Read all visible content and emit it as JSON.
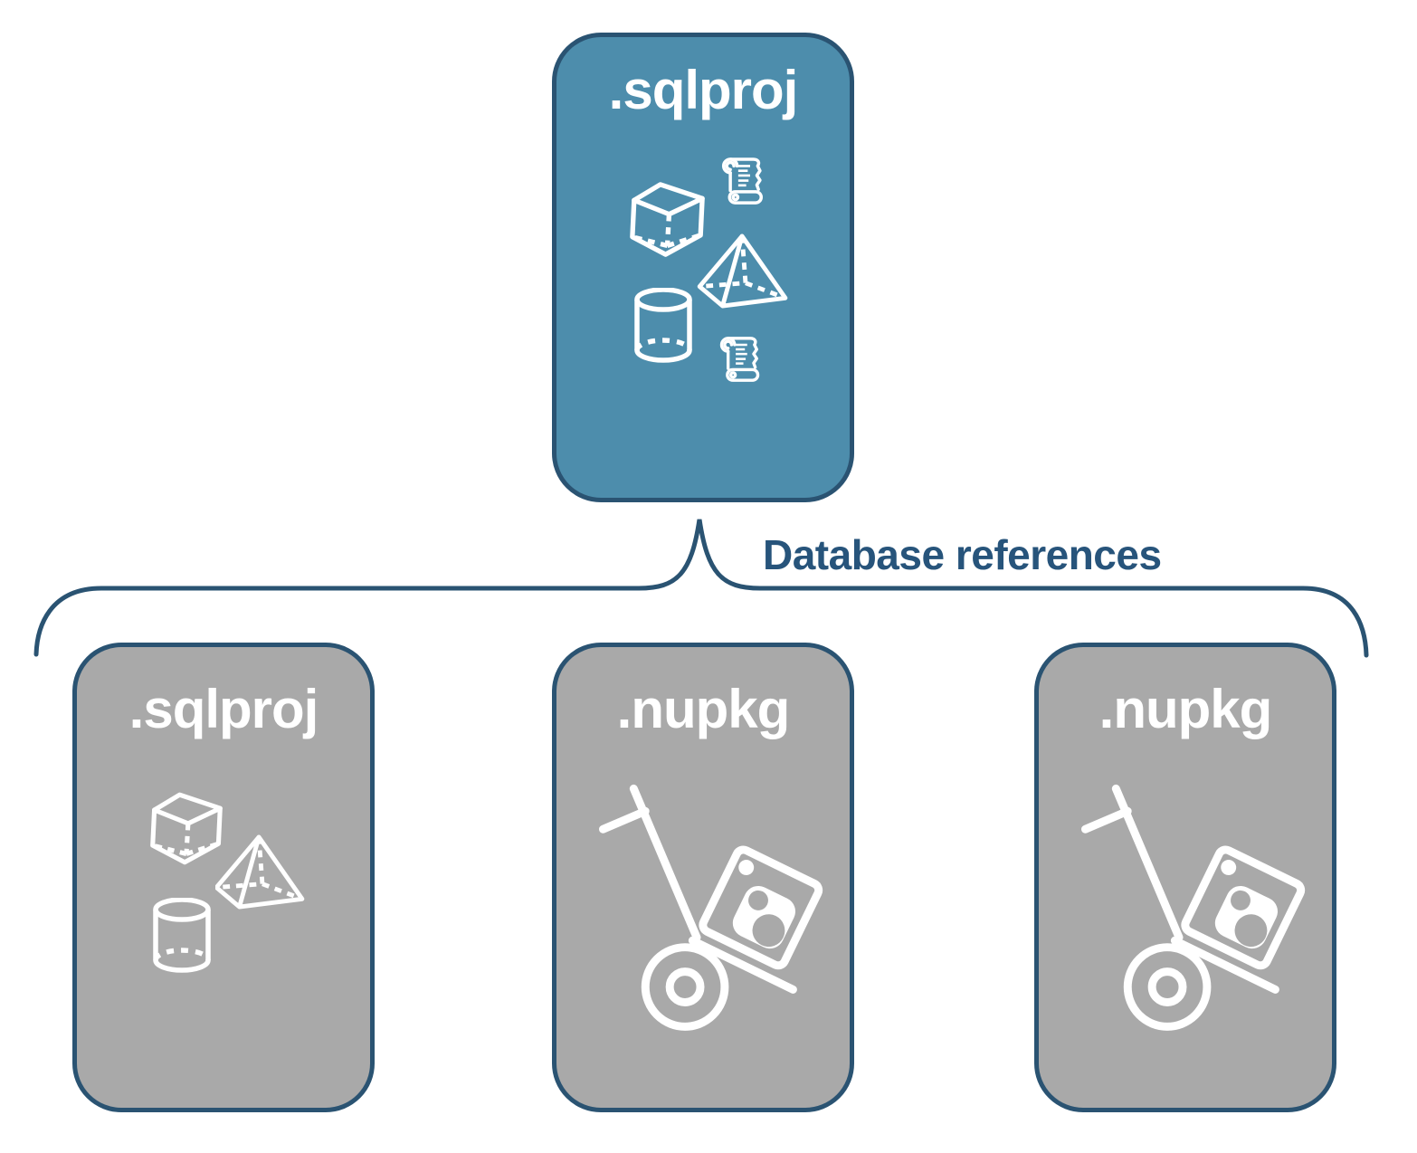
{
  "diagram": {
    "connector_label": "Database references",
    "root_box": {
      "title": ".sqlproj",
      "icons": [
        "scroll-icon",
        "cube-icon",
        "pyramid-icon",
        "cylinder-icon",
        "scroll-icon"
      ]
    },
    "child_boxes": [
      {
        "title": ".sqlproj",
        "icons": [
          "cube-icon",
          "pyramid-icon",
          "cylinder-icon"
        ]
      },
      {
        "title": ".nupkg",
        "icons": [
          "nuget-handtruck-icon"
        ]
      },
      {
        "title": ".nupkg",
        "icons": [
          "nuget-handtruck-icon"
        ]
      }
    ]
  },
  "theme": {
    "accent_teal": "#4d8dac",
    "box_gray": "#a9a9a9",
    "navy": "#2a5372",
    "label_navy": "#27547b",
    "icon_white": "#ffffff",
    "canvas_bg": "#ffffff"
  }
}
